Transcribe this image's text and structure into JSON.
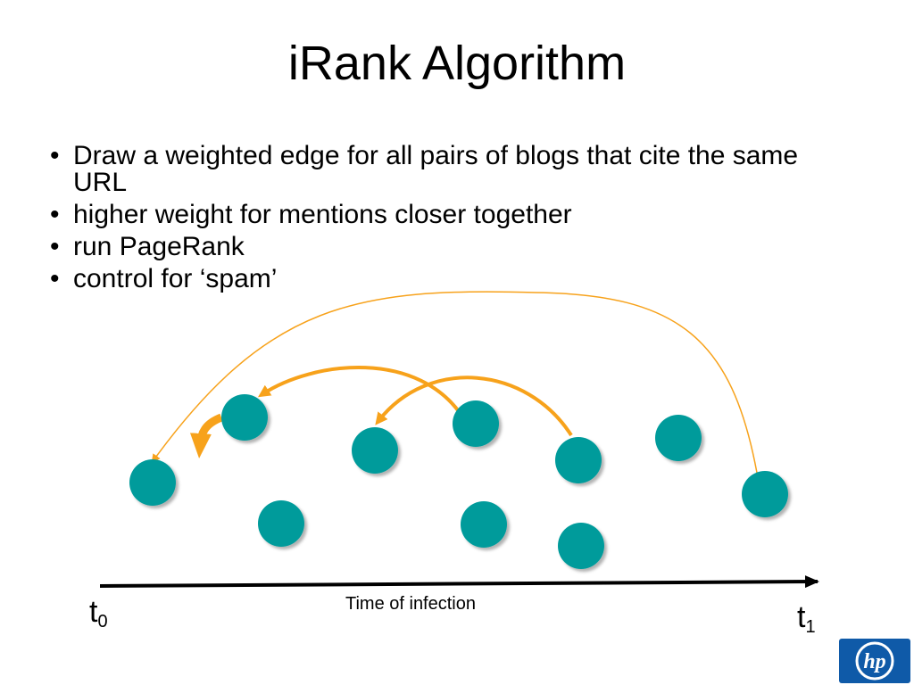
{
  "title": "iRank Algorithm",
  "bullets": [
    {
      "bullet": "•",
      "text": "Draw a weighted edge for all pairs of blogs that cite the same URL"
    },
    {
      "bullet": "•",
      "text": "higher weight for mentions closer together"
    },
    {
      "bullet": "•",
      "text": "run PageRank"
    },
    {
      "bullet": "•",
      "text": "control for ‘spam’"
    }
  ],
  "axis": {
    "start_label": "t",
    "start_sub": "0",
    "end_label": "t",
    "end_sub": "1",
    "caption": "Time of infection"
  },
  "logo": {
    "text": "hp"
  },
  "colors": {
    "node": "#009b9b",
    "edge": "#f7a21b",
    "axis": "#000000",
    "logo_bg": "#0f5aa8"
  }
}
